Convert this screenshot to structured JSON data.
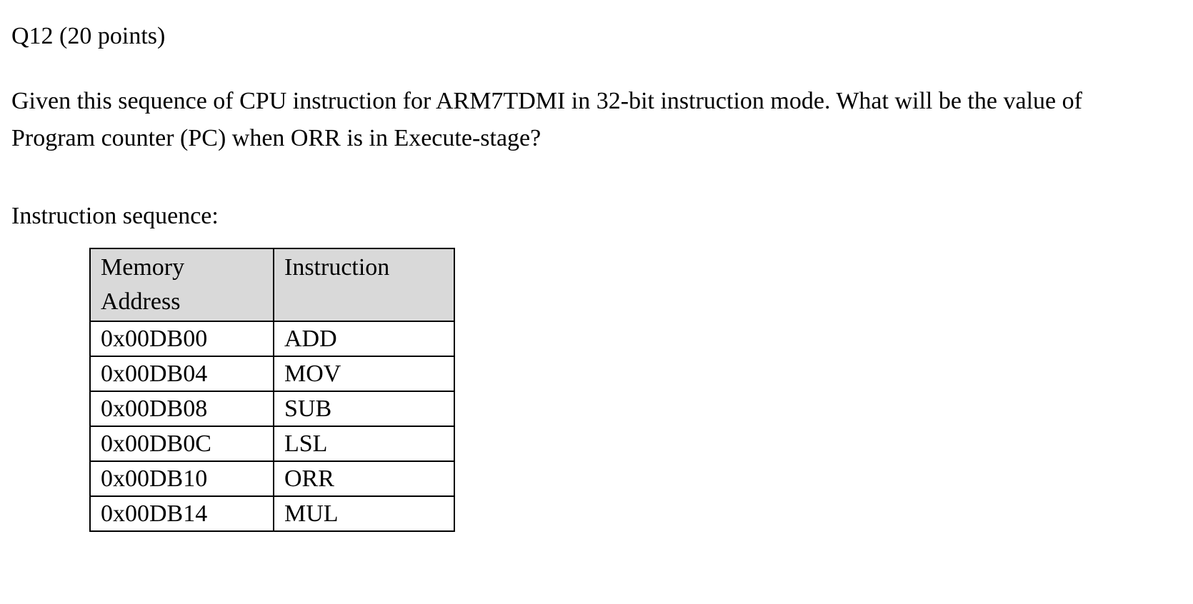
{
  "question": {
    "heading": "Q12 (20 points)",
    "body": "Given this sequence of CPU instruction for ARM7TDMI in 32-bit instruction mode. What will be the value of Program counter (PC) when ORR is in Execute-stage?",
    "table_label": "Instruction sequence:"
  },
  "table": {
    "headers": [
      "Memory Address",
      "Instruction"
    ],
    "rows": [
      {
        "address": "0x00DB00",
        "instruction": "ADD"
      },
      {
        "address": "0x00DB04",
        "instruction": "MOV"
      },
      {
        "address": "0x00DB08",
        "instruction": "SUB"
      },
      {
        "address": "0x00DB0C",
        "instruction": "LSL"
      },
      {
        "address": "0x00DB10",
        "instruction": "ORR"
      },
      {
        "address": "0x00DB14",
        "instruction": "MUL"
      }
    ],
    "header_bg": "#d9d9d9",
    "border_color": "#000000"
  }
}
